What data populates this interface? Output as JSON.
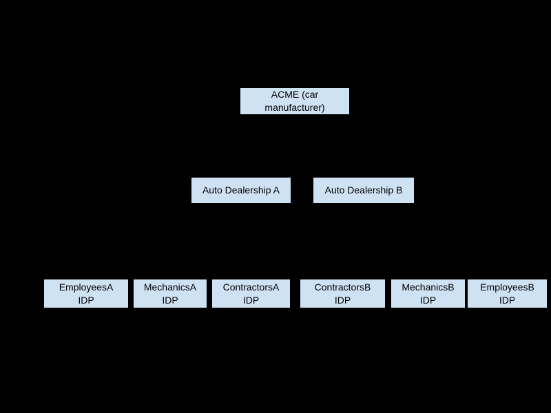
{
  "diagram": {
    "background_color": "#000000",
    "node_fill_color": "#cfe2f3",
    "node_text_color": "#000000",
    "nodes": {
      "acme": {
        "label": "ACME (car\nmanufacturer)"
      },
      "dealership_a": {
        "label": "Auto Dealership A"
      },
      "dealership_b": {
        "label": "Auto Dealership B"
      },
      "employees_a": {
        "label": "EmployeesA\nIDP"
      },
      "mechanics_a": {
        "label": "MechanicsA\nIDP"
      },
      "contractors_a": {
        "label": "ContractorsA\nIDP"
      },
      "contractors_b": {
        "label": "ContractorsB\nIDP"
      },
      "mechanics_b": {
        "label": "MechanicsB\nIDP"
      },
      "employees_b": {
        "label": "EmployeesB\nIDP"
      }
    }
  }
}
